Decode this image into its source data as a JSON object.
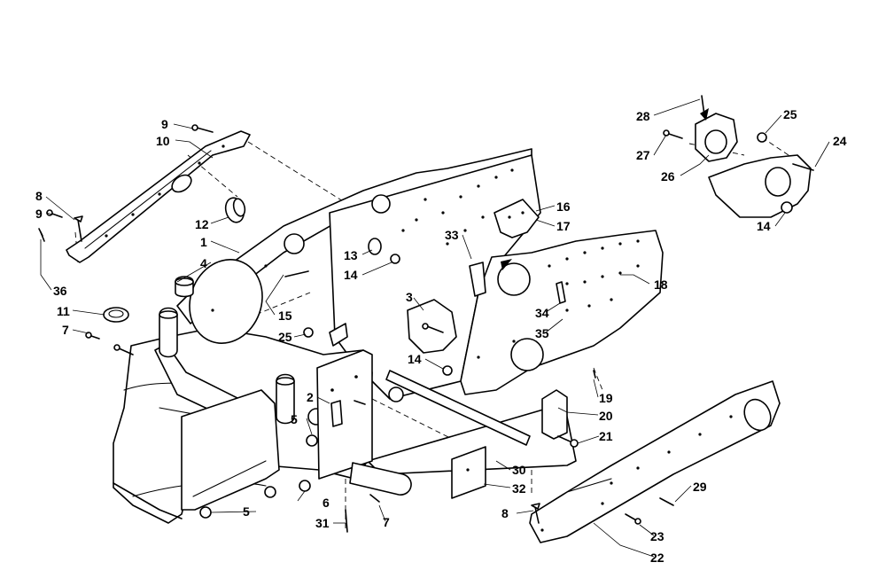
{
  "callouts": [
    {
      "id": "c9a",
      "text": "9"
    },
    {
      "id": "c10",
      "text": "10"
    },
    {
      "id": "c8a",
      "text": "8"
    },
    {
      "id": "c9b",
      "text": "9"
    },
    {
      "id": "c12",
      "text": "12"
    },
    {
      "id": "c1",
      "text": "1"
    },
    {
      "id": "c4",
      "text": "4"
    },
    {
      "id": "c36",
      "text": "36"
    },
    {
      "id": "c11",
      "text": "11"
    },
    {
      "id": "c7a",
      "text": "7"
    },
    {
      "id": "c13",
      "text": "13"
    },
    {
      "id": "c14a",
      "text": "14"
    },
    {
      "id": "c15",
      "text": "15"
    },
    {
      "id": "c25a",
      "text": "25"
    },
    {
      "id": "c33",
      "text": "33"
    },
    {
      "id": "c16",
      "text": "16"
    },
    {
      "id": "c17",
      "text": "17"
    },
    {
      "id": "c18",
      "text": "18"
    },
    {
      "id": "c3",
      "text": "3"
    },
    {
      "id": "c34",
      "text": "34"
    },
    {
      "id": "c35",
      "text": "35"
    },
    {
      "id": "c14b",
      "text": "14"
    },
    {
      "id": "c19",
      "text": "19"
    },
    {
      "id": "c2",
      "text": "2"
    },
    {
      "id": "c5a",
      "text": "5"
    },
    {
      "id": "c20",
      "text": "20"
    },
    {
      "id": "c21",
      "text": "21"
    },
    {
      "id": "c30",
      "text": "30"
    },
    {
      "id": "c32",
      "text": "32"
    },
    {
      "id": "c5b",
      "text": "5"
    },
    {
      "id": "c6",
      "text": "6"
    },
    {
      "id": "c31",
      "text": "31"
    },
    {
      "id": "c7b",
      "text": "7"
    },
    {
      "id": "c8b",
      "text": "8"
    },
    {
      "id": "c29",
      "text": "29"
    },
    {
      "id": "c23",
      "text": "23"
    },
    {
      "id": "c22",
      "text": "22"
    },
    {
      "id": "c28",
      "text": "28"
    },
    {
      "id": "c25b",
      "text": "25"
    },
    {
      "id": "c27",
      "text": "27"
    },
    {
      "id": "c24",
      "text": "24"
    },
    {
      "id": "c26",
      "text": "26"
    },
    {
      "id": "c14c",
      "text": "14"
    }
  ]
}
